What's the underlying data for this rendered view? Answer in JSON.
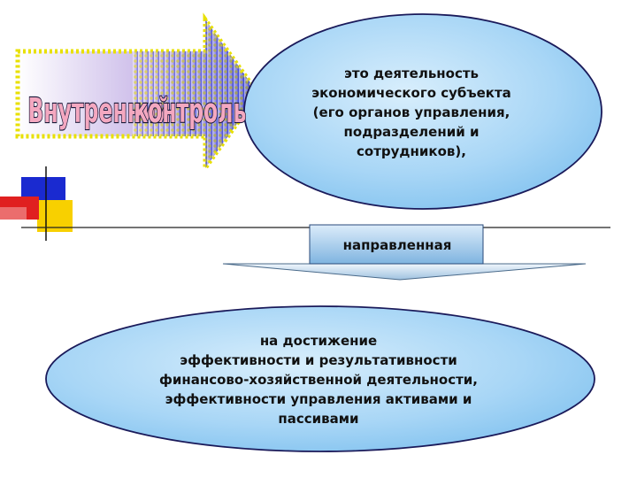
{
  "title": {
    "line1": "Внутренний",
    "line2": "контроль"
  },
  "top_ellipse": {
    "lines": [
      "это деятельность",
      "экономического субъекта",
      "(его органов управления,",
      "подразделений и",
      "сотрудников),"
    ]
  },
  "connector_label": "направленная",
  "bottom_ellipse": {
    "lines": [
      "на достижение",
      "эффективности и результативности",
      "финансово-хозяйственной деятельности,",
      "эффективности управления активами и",
      "пассивами"
    ]
  },
  "colors": {
    "ellipse_fill": "#9fd0f4",
    "ellipse_border": "#1a1a5a",
    "arrow_dots": "#e8e000",
    "title_text": "#f4a8c0",
    "bar_red": "#e02020",
    "bar_yellow": "#f8d000",
    "bar_blue": "#1a2ad0"
  }
}
